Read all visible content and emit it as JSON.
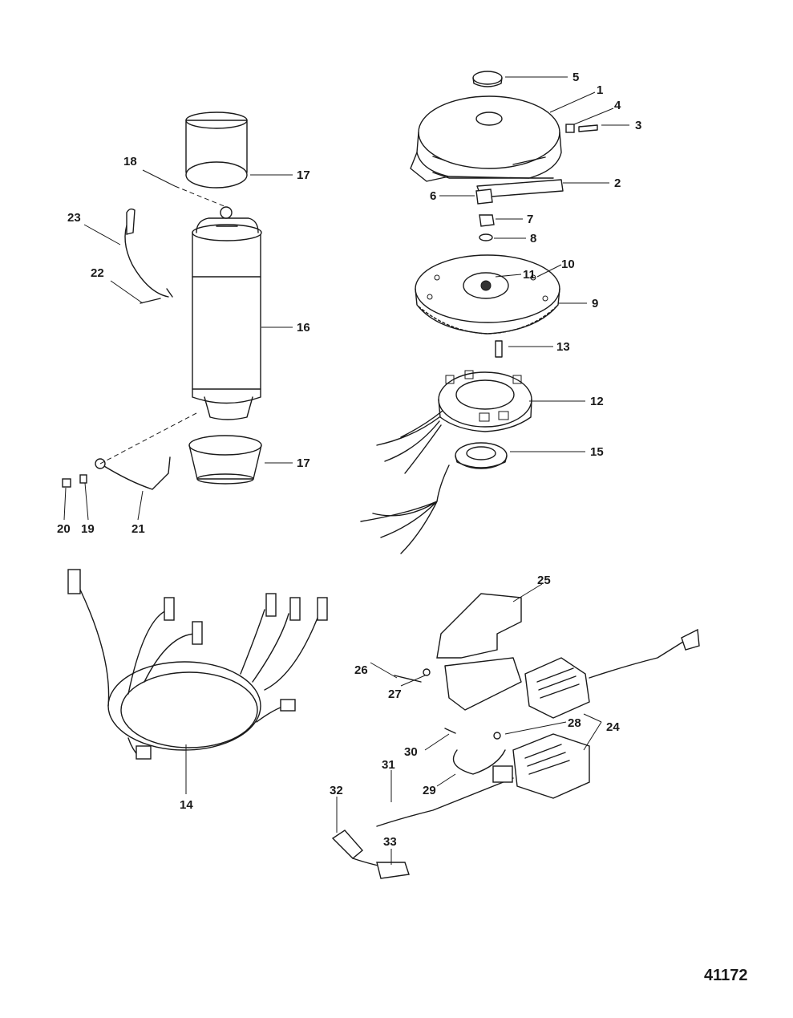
{
  "figure_number": "41172",
  "callouts": {
    "c1": "1",
    "c2": "2",
    "c3": "3",
    "c4": "4",
    "c5": "5",
    "c6": "6",
    "c7": "7",
    "c8": "8",
    "c9": "9",
    "c10": "10",
    "c11": "11",
    "c12": "12",
    "c13": "13",
    "c14": "14",
    "c15": "15",
    "c16": "16",
    "c17a": "17",
    "c17b": "17",
    "c18": "18",
    "c19": "19",
    "c20": "20",
    "c21": "21",
    "c22": "22",
    "c23": "23",
    "c24": "24",
    "c25": "25",
    "c26": "26",
    "c27": "27",
    "c28": "28",
    "c29": "29",
    "c30": "30",
    "c31": "31",
    "c32": "32",
    "c33": "33"
  }
}
